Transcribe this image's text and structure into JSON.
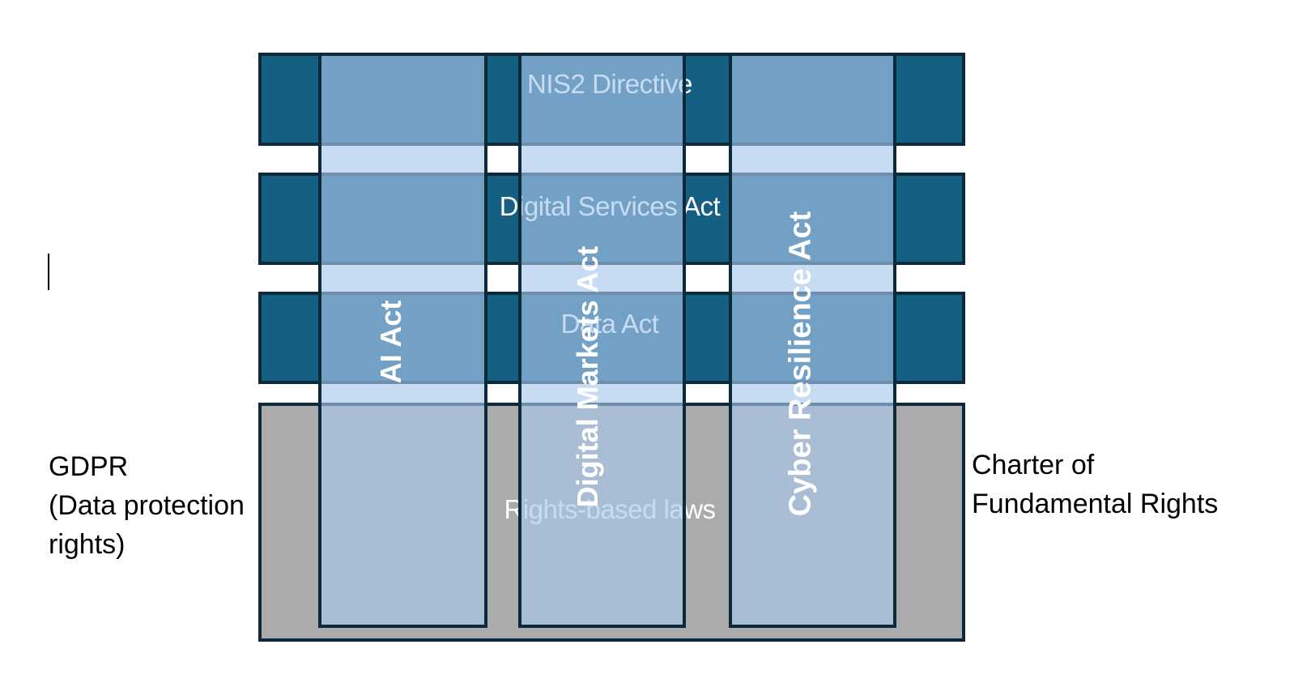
{
  "diagram": {
    "title_hint": "EU digital legislation lattice diagram",
    "horizontal_bars": [
      {
        "label": "NIS2 Directive"
      },
      {
        "label": "Digital Services Act"
      },
      {
        "label": "Data Act"
      },
      {
        "label": "Rights-based laws"
      }
    ],
    "vertical_bars": [
      {
        "label": "AI Act"
      },
      {
        "label": "Digital Markets Act"
      },
      {
        "label": "Cyber Resilience Act"
      }
    ],
    "left_annotation": {
      "lines": [
        "GDPR",
        "(Data protection",
        "rights)"
      ]
    },
    "right_annotation": {
      "lines": [
        "Charter of",
        "Fundamental Rights"
      ]
    },
    "colors": {
      "teal": "#155f82",
      "gray": "#ababab",
      "stroke": "#0c2a3a",
      "overlay": "#a7c7ea",
      "label": "#ffffff",
      "text": "#000000"
    }
  }
}
